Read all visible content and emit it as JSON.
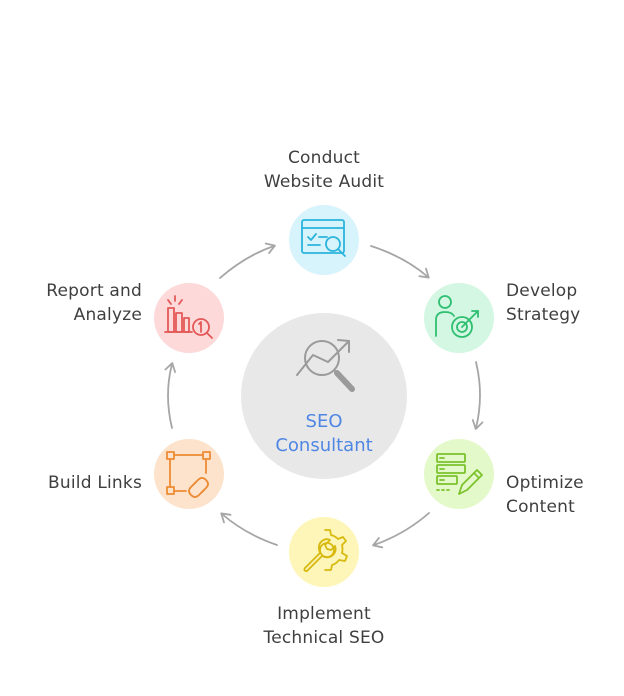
{
  "center": {
    "label": "SEO\nConsultant",
    "icon": "growth-magnifier-icon",
    "color": "#e8e8e8",
    "text_color": "#4f86e3"
  },
  "steps": [
    {
      "label": "Conduct\nWebsite Audit",
      "icon": "website-audit-icon",
      "fill": "#d7f3fb",
      "stroke": "#2bb4dc"
    },
    {
      "label": "Develop\nStrategy",
      "icon": "target-strategy-icon",
      "fill": "#d3f7e3",
      "stroke": "#2fbf71"
    },
    {
      "label": "Optimize\nContent",
      "icon": "content-edit-icon",
      "fill": "#e4f9c9",
      "stroke": "#7cc22c"
    },
    {
      "label": "Implement\nTechnical SEO",
      "icon": "gear-wrench-icon",
      "fill": "#fdf6b8",
      "stroke": "#d7b90f"
    },
    {
      "label": "Build Links",
      "icon": "link-nodes-icon",
      "fill": "#fde3cc",
      "stroke": "#ec8b33"
    },
    {
      "label": "Report and\nAnalyze",
      "icon": "chart-analyze-icon",
      "fill": "#fdd9d9",
      "stroke": "#e45858"
    }
  ]
}
